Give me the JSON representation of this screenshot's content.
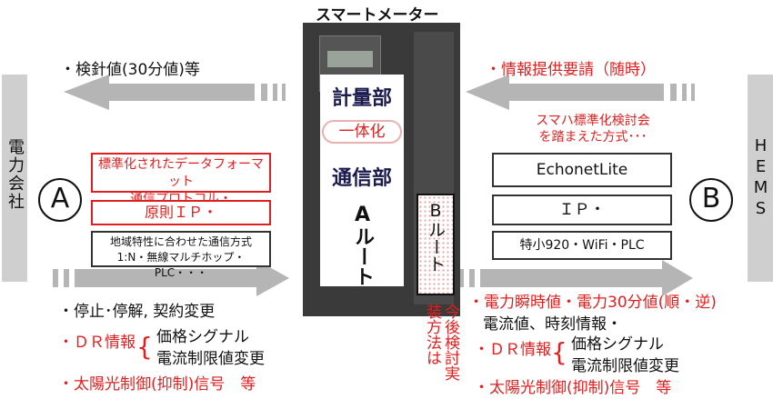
{
  "title": "スマートメーター",
  "left_side": {
    "label": "電力会社",
    "circle": "A",
    "top_note": "・検針値(30分値)等",
    "boxes": [
      "標準化されたデータフォーマット\n通信プロトコル・",
      "原則ＩＰ・",
      "地域特性に合わせた通信方式\n1:N・無線マルチホップ・PLC・・・"
    ],
    "bottom_notes": {
      "line1": "・停止･停解, 契約変更",
      "dr_label": "・ＤＲ情報",
      "dr_item1": "価格シグナル",
      "dr_item2": "電流制限値変更",
      "line4": "・太陽光制御(抑制)信号　等"
    }
  },
  "meter": {
    "measure": "計量部",
    "integrated": "一体化",
    "comm": "通信部",
    "a_route": "Aルート",
    "b_route": "Bルート",
    "b_note": "今後検討実装方法は"
  },
  "right_side": {
    "label": "HEMS",
    "circle": "B",
    "top_note": "・情報提供要請（随時）",
    "note_red": "スマハ標準化検討会\nを踏まえた方式･･･",
    "boxes": [
      "EchonetLite",
      "ＩＰ・",
      "特小920・WiFi・PLC"
    ],
    "bottom_notes": {
      "line1": "・電力瞬時値・電力30分値(順・逆)",
      "line2": "電流値、時刻情報・",
      "dr_label": "・ＤＲ情報",
      "dr_item1": "価格シグナル",
      "dr_item2": "電流制限値変更",
      "line5": "・太陽光制御(抑制)信号　等"
    }
  },
  "colors": {
    "red": "#e02020",
    "arrow_gray": "#b5b5b5",
    "meter_dark": "#3a3a3a"
  }
}
